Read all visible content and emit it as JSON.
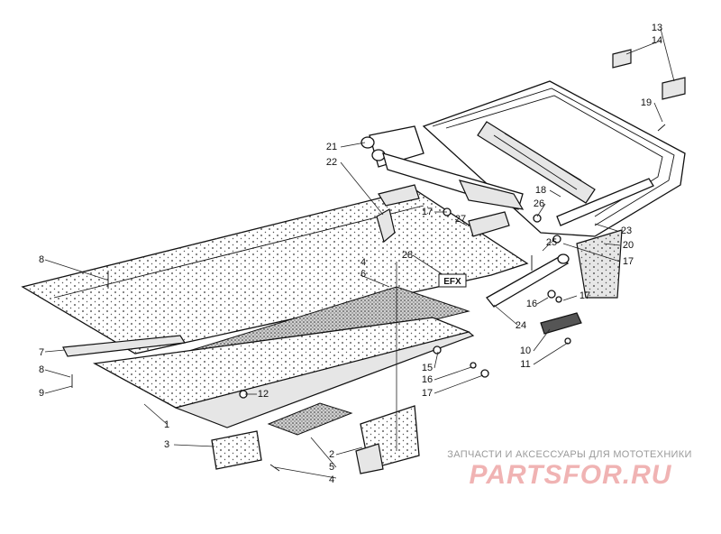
{
  "diagram": {
    "callouts": [
      {
        "id": "c13",
        "text": "13"
      },
      {
        "id": "c14",
        "text": "14"
      },
      {
        "id": "c19",
        "text": "19"
      },
      {
        "id": "c21",
        "text": "21"
      },
      {
        "id": "c22",
        "text": "22"
      },
      {
        "id": "c18",
        "text": "18"
      },
      {
        "id": "c26",
        "text": "26"
      },
      {
        "id": "c17a",
        "text": "17"
      },
      {
        "id": "c27",
        "text": "27"
      },
      {
        "id": "c23",
        "text": "23"
      },
      {
        "id": "c20",
        "text": "20"
      },
      {
        "id": "c25",
        "text": "25"
      },
      {
        "id": "c17b",
        "text": "17"
      },
      {
        "id": "c28",
        "text": "28"
      },
      {
        "id": "c4a",
        "text": "4"
      },
      {
        "id": "c6",
        "text": "6"
      },
      {
        "id": "c8a",
        "text": "8"
      },
      {
        "id": "c16a",
        "text": "16"
      },
      {
        "id": "c17c",
        "text": "17"
      },
      {
        "id": "c24",
        "text": "24"
      },
      {
        "id": "c7",
        "text": "7"
      },
      {
        "id": "c8b",
        "text": "8"
      },
      {
        "id": "c10",
        "text": "10"
      },
      {
        "id": "c11",
        "text": "11"
      },
      {
        "id": "c15",
        "text": "15"
      },
      {
        "id": "c16b",
        "text": "16"
      },
      {
        "id": "c9",
        "text": "9"
      },
      {
        "id": "c12",
        "text": "12"
      },
      {
        "id": "c17d",
        "text": "17"
      },
      {
        "id": "c1",
        "text": "1"
      },
      {
        "id": "c3",
        "text": "3"
      },
      {
        "id": "c2",
        "text": "2"
      },
      {
        "id": "c5",
        "text": "5"
      },
      {
        "id": "c4b",
        "text": "4"
      }
    ],
    "emblem_text": "EFX"
  },
  "watermark": {
    "caption": "ЗАПЧАСТИ И АКСЕССУАРЫ ДЛЯ МОТОТЕХНИКИ",
    "logo": "PARTSFOR.RU"
  },
  "colors": {
    "ink": "#111111",
    "watermark_caption": "#9a9a9a",
    "watermark_logo": "#f0b3b3"
  }
}
